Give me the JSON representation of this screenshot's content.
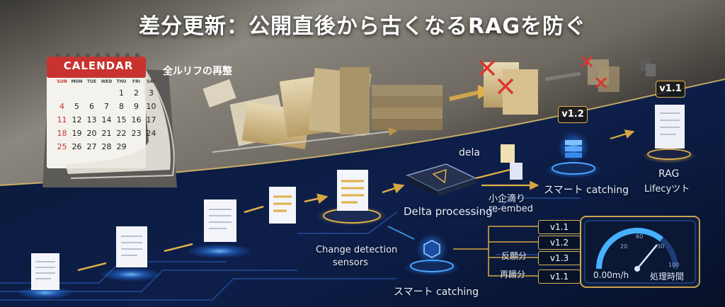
{
  "title": "差分更新：公開直後から古くなるRAGを防ぐ",
  "calendar": {
    "header": "CALENDAR",
    "weekdays": [
      "SUN",
      "MON",
      "TUE",
      "WED",
      "THU",
      "FRI",
      "SAT"
    ],
    "rows": [
      [
        "",
        "",
        "",
        "",
        "1",
        "2",
        "3"
      ],
      [
        "4",
        "5",
        "6",
        "7",
        "8",
        "9",
        "10"
      ],
      [
        "11",
        "12",
        "13",
        "14",
        "15",
        "16",
        "17"
      ],
      [
        "18",
        "19",
        "20",
        "21",
        "22",
        "23",
        "24"
      ],
      [
        "25",
        "26",
        "27",
        "28",
        "29",
        "",
        ""
      ]
    ]
  },
  "labels": {
    "full_reorg": "全ルリフの再整",
    "dela": "dela",
    "small_re_l1": "小企滴り",
    "small_re_l2": "re-embed",
    "smart_catching_top": "スマート catching",
    "rag_l1": "RAG",
    "rag_l2": "Lifecyツト",
    "delta_processing": "Delta processing",
    "change_l1": "Change detection",
    "change_l2": "sensors",
    "smart_catching_bottom": "スマート catching"
  },
  "versions": {
    "top_v12": "v1.2",
    "top_v11": "v1.1",
    "list": [
      {
        "prefix": "",
        "label": "v1.1"
      },
      {
        "prefix": "",
        "label": "v1.2"
      },
      {
        "prefix": "反願分",
        "label": "v1.3"
      },
      {
        "prefix": "再餶分",
        "label": "v1.1"
      }
    ]
  },
  "gauge": {
    "ticks": [
      "20",
      "60",
      "30",
      "100"
    ],
    "readout": "0.00m/h",
    "label": "処理時間",
    "level": 0.72
  },
  "colors": {
    "gold": "#e0b04a",
    "glow_blue": "#3aa0ff",
    "navy": "#0b1530",
    "calendar_red": "#c8332f"
  }
}
